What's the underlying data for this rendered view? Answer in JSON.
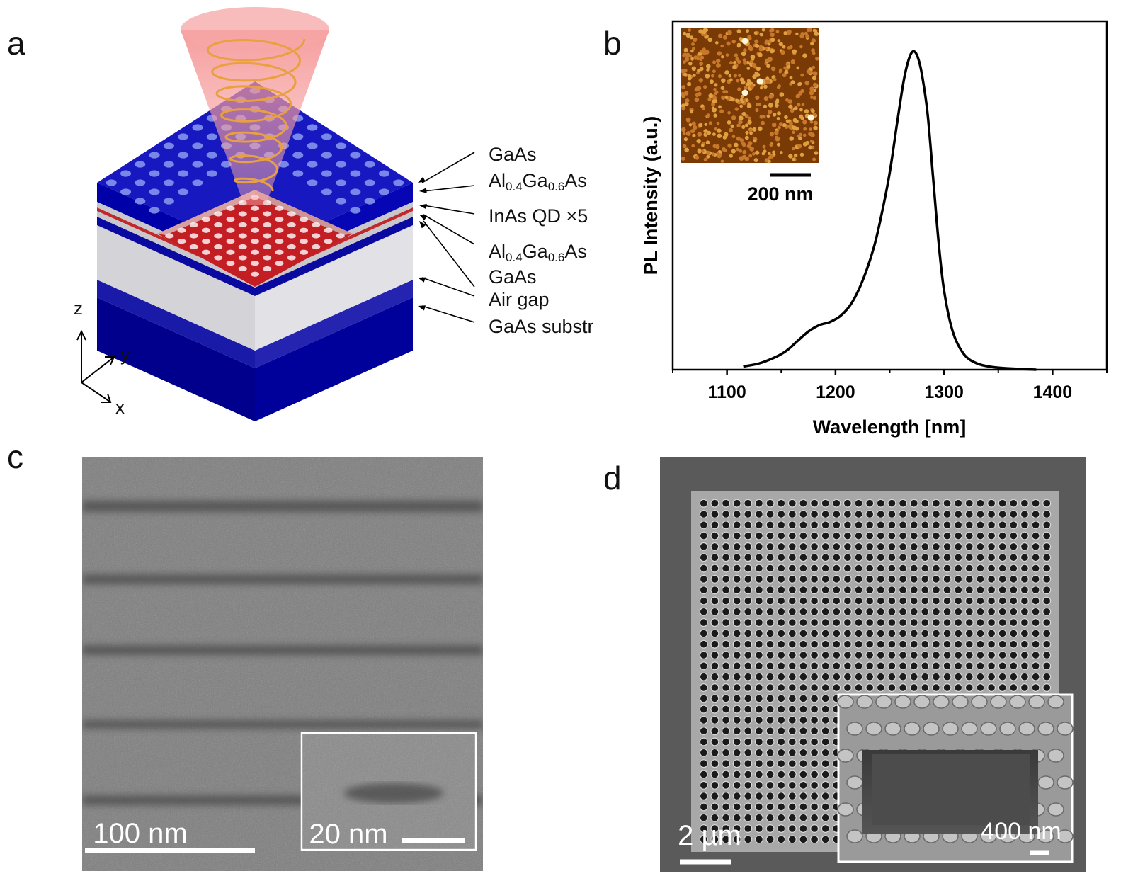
{
  "panels": {
    "a": {
      "letter": "a",
      "layers": [
        {
          "prefix": "GaAs"
        },
        {
          "prefix": "Al",
          "s1": "0.4",
          "mid": "Ga",
          "s2": "0.6",
          "suffix": "As"
        },
        {
          "prefix": "InAs QD ×5"
        },
        {
          "prefix": "Al",
          "s1": "0.4",
          "mid": "Ga",
          "s2": "0.6",
          "suffix": "As"
        },
        {
          "prefix": "GaAs"
        },
        {
          "prefix": "Air gap"
        },
        {
          "prefix": "GaAs substr"
        }
      ],
      "axes": {
        "z": "z",
        "y": "y",
        "x": "x"
      }
    },
    "b": {
      "letter": "b",
      "inset_scale": "200 nm"
    },
    "c": {
      "letter": "c",
      "scale": "100 nm",
      "inset_scale": "20 nm"
    },
    "d": {
      "letter": "d",
      "scale": "2 µm",
      "inset_scale": "400 nm"
    }
  },
  "chart_data": {
    "type": "line",
    "xlabel": "Wavelength [nm]",
    "ylabel": "PL Intensity (a.u.)",
    "xlim": [
      1050,
      1450
    ],
    "ylim": [
      0,
      1.05
    ],
    "xticks": [
      "1100",
      "1200",
      "1300",
      "1400"
    ],
    "xtick_values": [
      1100,
      1200,
      1300,
      1400
    ],
    "legend": "none",
    "series": [
      {
        "x": [
          1115,
          1130,
          1145,
          1155,
          1165,
          1175,
          1185,
          1195,
          1205,
          1215,
          1225,
          1235,
          1242,
          1250,
          1257,
          1263,
          1268,
          1272,
          1276,
          1280,
          1285,
          1290,
          1295,
          1300,
          1308,
          1318,
          1330,
          1345,
          1360,
          1385
        ],
        "y": [
          0.01,
          0.02,
          0.04,
          0.06,
          0.09,
          0.12,
          0.14,
          0.15,
          0.17,
          0.21,
          0.28,
          0.38,
          0.48,
          0.62,
          0.78,
          0.91,
          0.98,
          1.0,
          0.98,
          0.92,
          0.8,
          0.6,
          0.4,
          0.25,
          0.12,
          0.05,
          0.02,
          0.008,
          0.004,
          0.0
        ]
      }
    ]
  }
}
